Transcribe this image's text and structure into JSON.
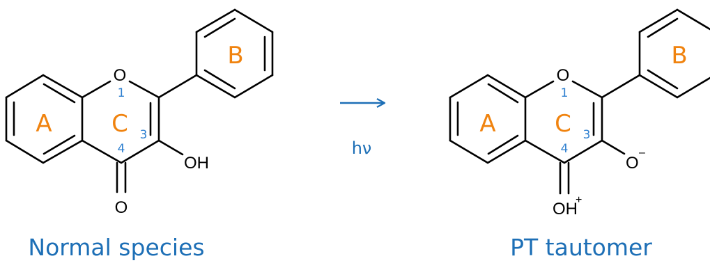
{
  "colors": {
    "ring_label": "#f0830f",
    "number_label": "#2f80d0",
    "caption": "#1d6fb6",
    "bond": "#000000"
  },
  "normal": {
    "ring_a": "A",
    "ring_b": "B",
    "ring_c": "C",
    "num_1": "1",
    "num_3": "3",
    "num_4": "4",
    "atom_o_ring": "O",
    "atom_oh": "OH",
    "atom_o_carbonyl": "O",
    "caption": "Normal species"
  },
  "arrow": {
    "label": "hν"
  },
  "pt": {
    "ring_a": "A",
    "ring_b": "B",
    "ring_c": "C",
    "num_1": "1",
    "num_3": "3",
    "num_4": "4",
    "atom_o_ring": "O",
    "atom_o_minus": "O",
    "charge_minus": "–",
    "atom_oh": "OH",
    "charge_plus": "+",
    "caption": "PT tautomer"
  }
}
